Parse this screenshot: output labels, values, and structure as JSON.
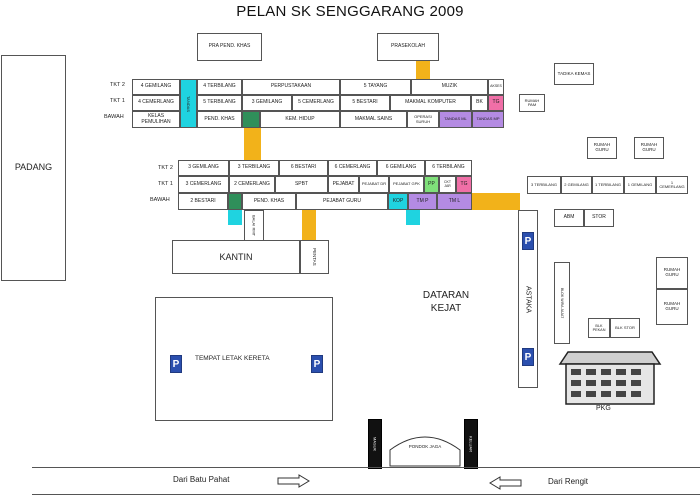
{
  "title": "PELAN SK SENGGARANG 2009",
  "colors": {
    "orange": "#f2b21a",
    "cyan": "#1fd3e0",
    "green": "#2f8f5a",
    "purple": "#b48be3",
    "pink": "#f06fa7",
    "lightgreen": "#7fe07a",
    "parking": "#2b4fae"
  },
  "padang": "PADANG",
  "pra_pend_khas": "PRA PEND. KHAS",
  "prasekolah": "PRASEKOLAH",
  "upper_block": {
    "tkt2_label": "TKT 2",
    "tkt1_label": "TKT 1",
    "bawah_label": "BAWAH",
    "tkt2": [
      "4 GEMILANG",
      "4 TERBILANG",
      "PERPUSTAKAAN",
      "5 TAYANG",
      "MUZIK",
      "AKSES"
    ],
    "tkt1": [
      "4 CEMERLANG",
      "5 TERBILANG",
      "3 GEMILANG",
      "5 CEMERLANG",
      "5 BESTARI",
      "MAKMAL KOMPUTER",
      "BK",
      "TG"
    ],
    "tandas": "TANDAS",
    "bawah": [
      "KELAS PEMULIHAN",
      "PEND. KHAS",
      "KEM. HIDUP",
      "MAKMAL SAINS",
      "OPERASI SURUH",
      "TANDAS ML",
      "TANDAS MP"
    ]
  },
  "rumah_pam": "RUMAH PAM",
  "tadika_kemas": "TADIKA KEMAS",
  "rumah_guru": [
    "RUMAH GURU",
    "RUMAH GURU",
    "RUMAH GURU",
    "RUMAH GURU"
  ],
  "lower_block": {
    "tkt2_label": "TKT 2",
    "tkt1_label": "TKT 1",
    "bawah_label": "BAWAH",
    "tkt2": [
      "3 GEMILANG",
      "3 TERBILANG",
      "6 BESTARI",
      "6 CEMERLANG",
      "6 GEMILANG",
      "6 TERBILANG"
    ],
    "tkt1": [
      "3 CEMERLANG",
      "2 CEMERLANG",
      "SPBT",
      "PEJABAT",
      "PEJABAT DR",
      "PEJABAT GPK",
      "PP",
      "CKT JAR",
      "TG"
    ],
    "bawah": [
      "2 BESTARI",
      "PEND. KHAS",
      "PEJABAT GURU",
      "KOP",
      "TM P",
      "TM L"
    ]
  },
  "right_row": [
    "3 TERBILANG",
    "2 GEMILANG",
    "1 TERBILANG",
    "1 GEMILANG",
    "1 CEMERLANG"
  ],
  "abm": "ABM",
  "stor": "STOR",
  "balai_rmt": "BALAI RMT",
  "kantin": "KANTIN",
  "pentas": "PENTAS",
  "dataran": "DATARAN KEJAT",
  "astaka": "ASTAKA",
  "bilik_wira": "BLOK WIRA JAJAT",
  "blk_pekan": "BLK PEKAN",
  "blk_stor": "BLK STOR",
  "pkg": "PKG",
  "tempat_letak_kereta": "TEMPAT LETAK KERETA",
  "parking_symbol": "P",
  "pondok_jaga": "PONDOK JAGA",
  "masuk": "MASUK",
  "keluar": "KELUAR",
  "dari_batu_pahat": "Dari Batu Pahat",
  "dari_rengit": "Dari Rengit"
}
